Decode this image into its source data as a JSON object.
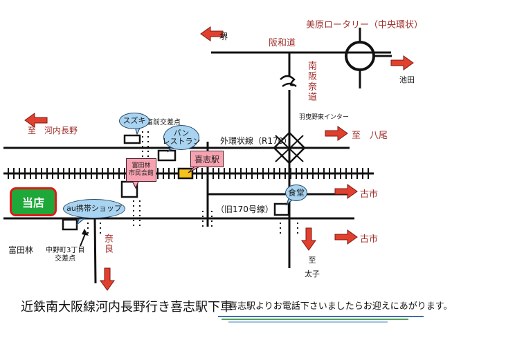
{
  "places": {
    "sakai": "堺",
    "hanwa_road": "阪和道",
    "mihara_rotary": "美原ロータリー（中央環状）",
    "ikeda": "池田",
    "minami_hanna_road": "南阪奈道",
    "habikino_ic": "羽曳野東インター",
    "to_yao": "至　八尾",
    "to_kawachinagano": "至　河内長野",
    "suzuki": "スズキ",
    "tomiya_crossing": "富前交差点",
    "restaurant": "パン\nレストラン",
    "outer_ring_road": "外環状線（R170）",
    "kishi_station": "喜志駅",
    "tondabayashi_hall": "富田林\n市民会館",
    "shokudo": "食堂",
    "furuichi_1": "古市",
    "furuichi_2": "古市",
    "old_170": "（旧170号線）",
    "tondabayashi": "富田林",
    "au_shop": "au携帯ショップ",
    "nakano_crossing": "中野町3丁目\n交差点",
    "nara": "奈良",
    "to_taishi": "至\n\n太子",
    "our_store": "当店"
  },
  "footer": {
    "train_note": "近鉄南大阪線河内長野行き喜志駅下車",
    "pickup_note": "喜志駅よりお電話下さいましたらお迎えにあがります。"
  },
  "colors": {
    "arrow_red": "#e2402f",
    "label_red": "#a0302a",
    "callout_blue": "#a9d4f1",
    "pink_box": "#f6a2b0",
    "station_yellow": "#f3c21c",
    "store_green": "#1fa83a",
    "store_border": "#e01919"
  }
}
